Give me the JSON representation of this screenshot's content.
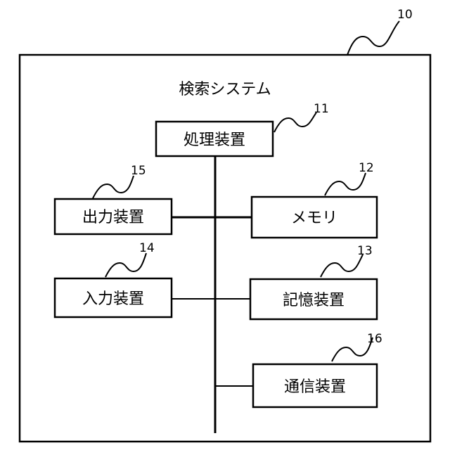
{
  "system": {
    "ref": "10",
    "title": "検索システム"
  },
  "components": [
    {
      "id": "processor",
      "label": "処理装置",
      "ref": "11"
    },
    {
      "id": "memory",
      "label": "メモリ",
      "ref": "12"
    },
    {
      "id": "storage",
      "label": "記憶装置",
      "ref": "13"
    },
    {
      "id": "input",
      "label": "入力装置",
      "ref": "14"
    },
    {
      "id": "output",
      "label": "出力装置",
      "ref": "15"
    },
    {
      "id": "comm",
      "label": "通信装置",
      "ref": "16"
    }
  ],
  "colors": {
    "stroke": "#000000",
    "background": "#ffffff"
  }
}
